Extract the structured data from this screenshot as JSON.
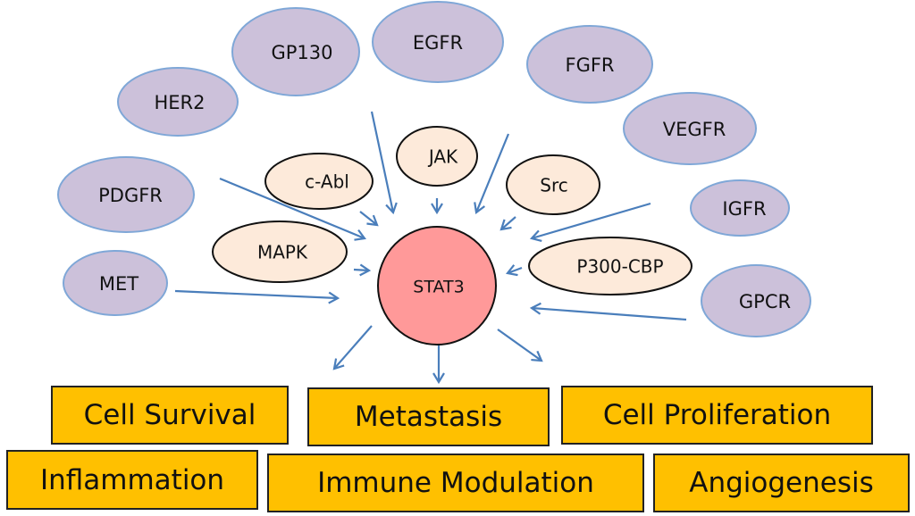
{
  "colors": {
    "receptor_fill": "#ccc1da",
    "receptor_stroke": "#7fa7d7",
    "kinase_fill": "#fdeada",
    "kinase_stroke": "#111111",
    "center_fill": "#ff9999",
    "outcome_fill": "#ffc000",
    "arrow": "#4a7ebb"
  },
  "center": {
    "label": "STAT3"
  },
  "receptors": [
    {
      "id": "gp130",
      "label": "GP130"
    },
    {
      "id": "egfr",
      "label": "EGFR"
    },
    {
      "id": "her2",
      "label": "HER2"
    },
    {
      "id": "fgfr",
      "label": "FGFR"
    },
    {
      "id": "vegfr",
      "label": "VEGFR"
    },
    {
      "id": "pdgfr",
      "label": "PDGFR"
    },
    {
      "id": "igfr",
      "label": "IGFR"
    },
    {
      "id": "met",
      "label": "MET"
    },
    {
      "id": "gpcr",
      "label": "GPCR"
    }
  ],
  "kinases": [
    {
      "id": "jak",
      "label": "JAK"
    },
    {
      "id": "c-abl",
      "label": "c-Abl"
    },
    {
      "id": "src",
      "label": "Src"
    },
    {
      "id": "mapk",
      "label": "MAPK"
    },
    {
      "id": "p300-cbp",
      "label": "P300-CBP"
    }
  ],
  "outcomes": [
    {
      "id": "cell-survival",
      "label": "Cell Survival"
    },
    {
      "id": "metastasis",
      "label": "Metastasis"
    },
    {
      "id": "cell-proliferation",
      "label": "Cell Proliferation"
    },
    {
      "id": "inflammation",
      "label": "Inflammation"
    },
    {
      "id": "immune-modulation",
      "label": "Immune Modulation"
    },
    {
      "id": "angiogenesis",
      "label": "Angiogenesis"
    }
  ]
}
